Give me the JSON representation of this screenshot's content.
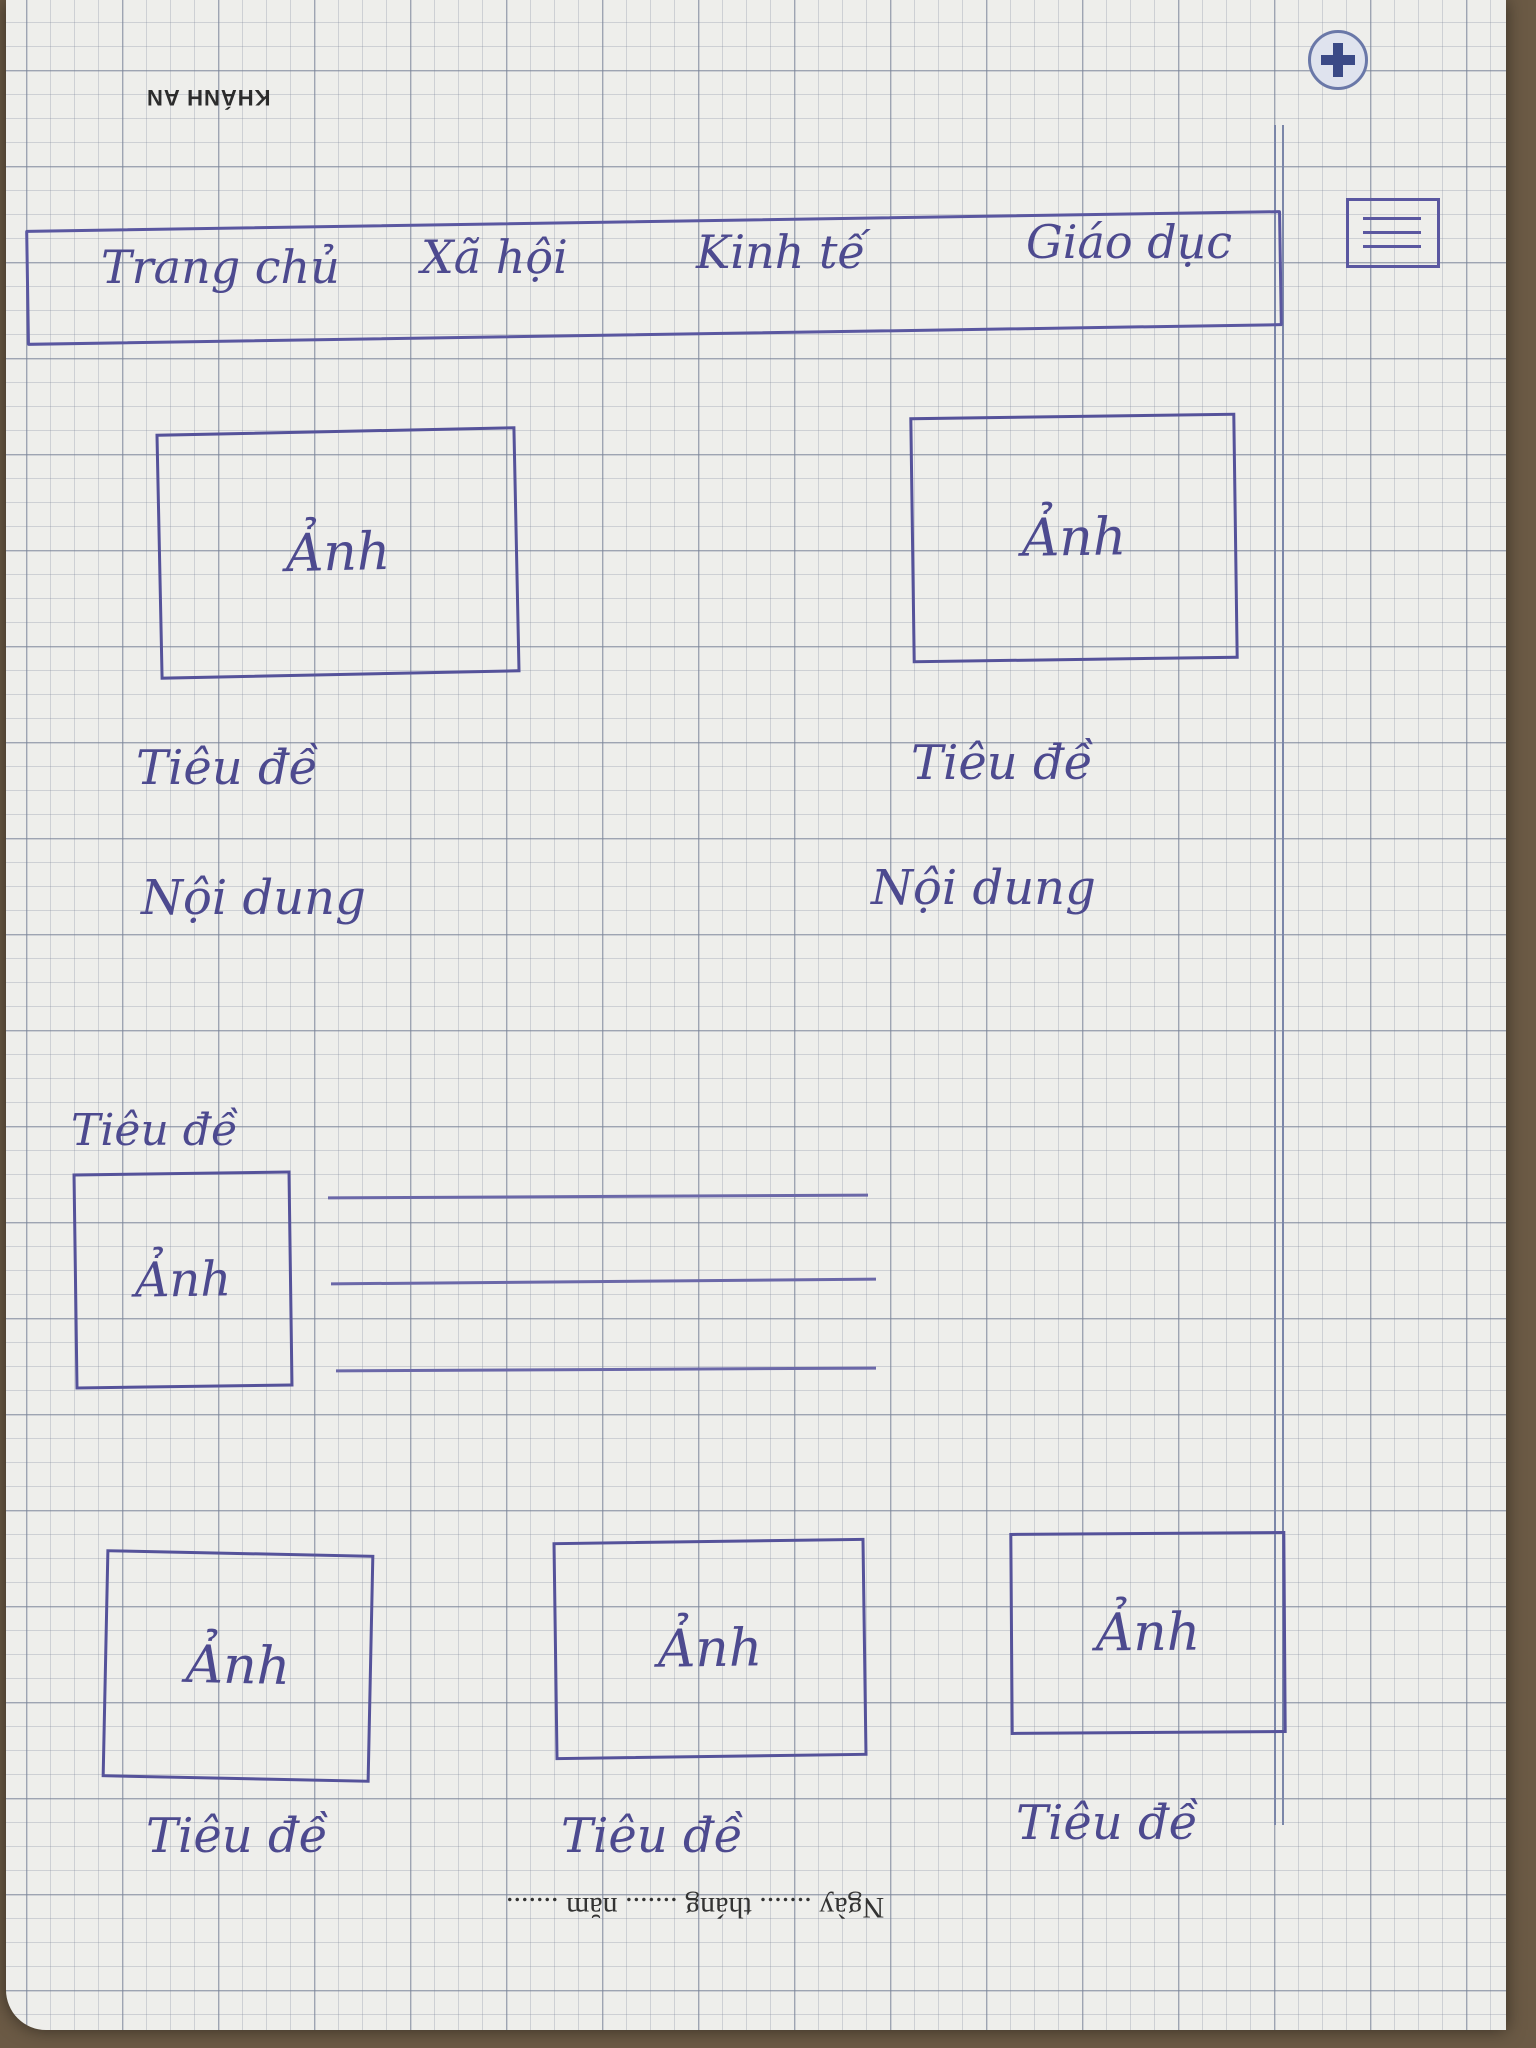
{
  "brand": "KHÁNH AN",
  "nav": {
    "items": [
      "Trang chủ",
      "Xã hội",
      "Kinh tế",
      "Giáo dục"
    ]
  },
  "featured": [
    {
      "image_label": "Ảnh",
      "title": "Tiêu đề",
      "content": "Nội dung"
    },
    {
      "image_label": "Ảnh",
      "title": "Tiêu đề",
      "content": "Nội dung"
    }
  ],
  "list_section": {
    "title": "Tiêu đề",
    "image_label": "Ảnh"
  },
  "grid": [
    {
      "image_label": "Ảnh",
      "title": "Tiêu đề"
    },
    {
      "image_label": "Ảnh",
      "title": "Tiêu đề"
    },
    {
      "image_label": "Ảnh",
      "title": "Tiêu đề"
    }
  ],
  "footer": {
    "date_line": "Ngày ....... tháng ....... năm ......."
  },
  "colors": {
    "ink": "#4d4a8f",
    "grid": "#7882a0",
    "paper": "#eeeeeb"
  }
}
